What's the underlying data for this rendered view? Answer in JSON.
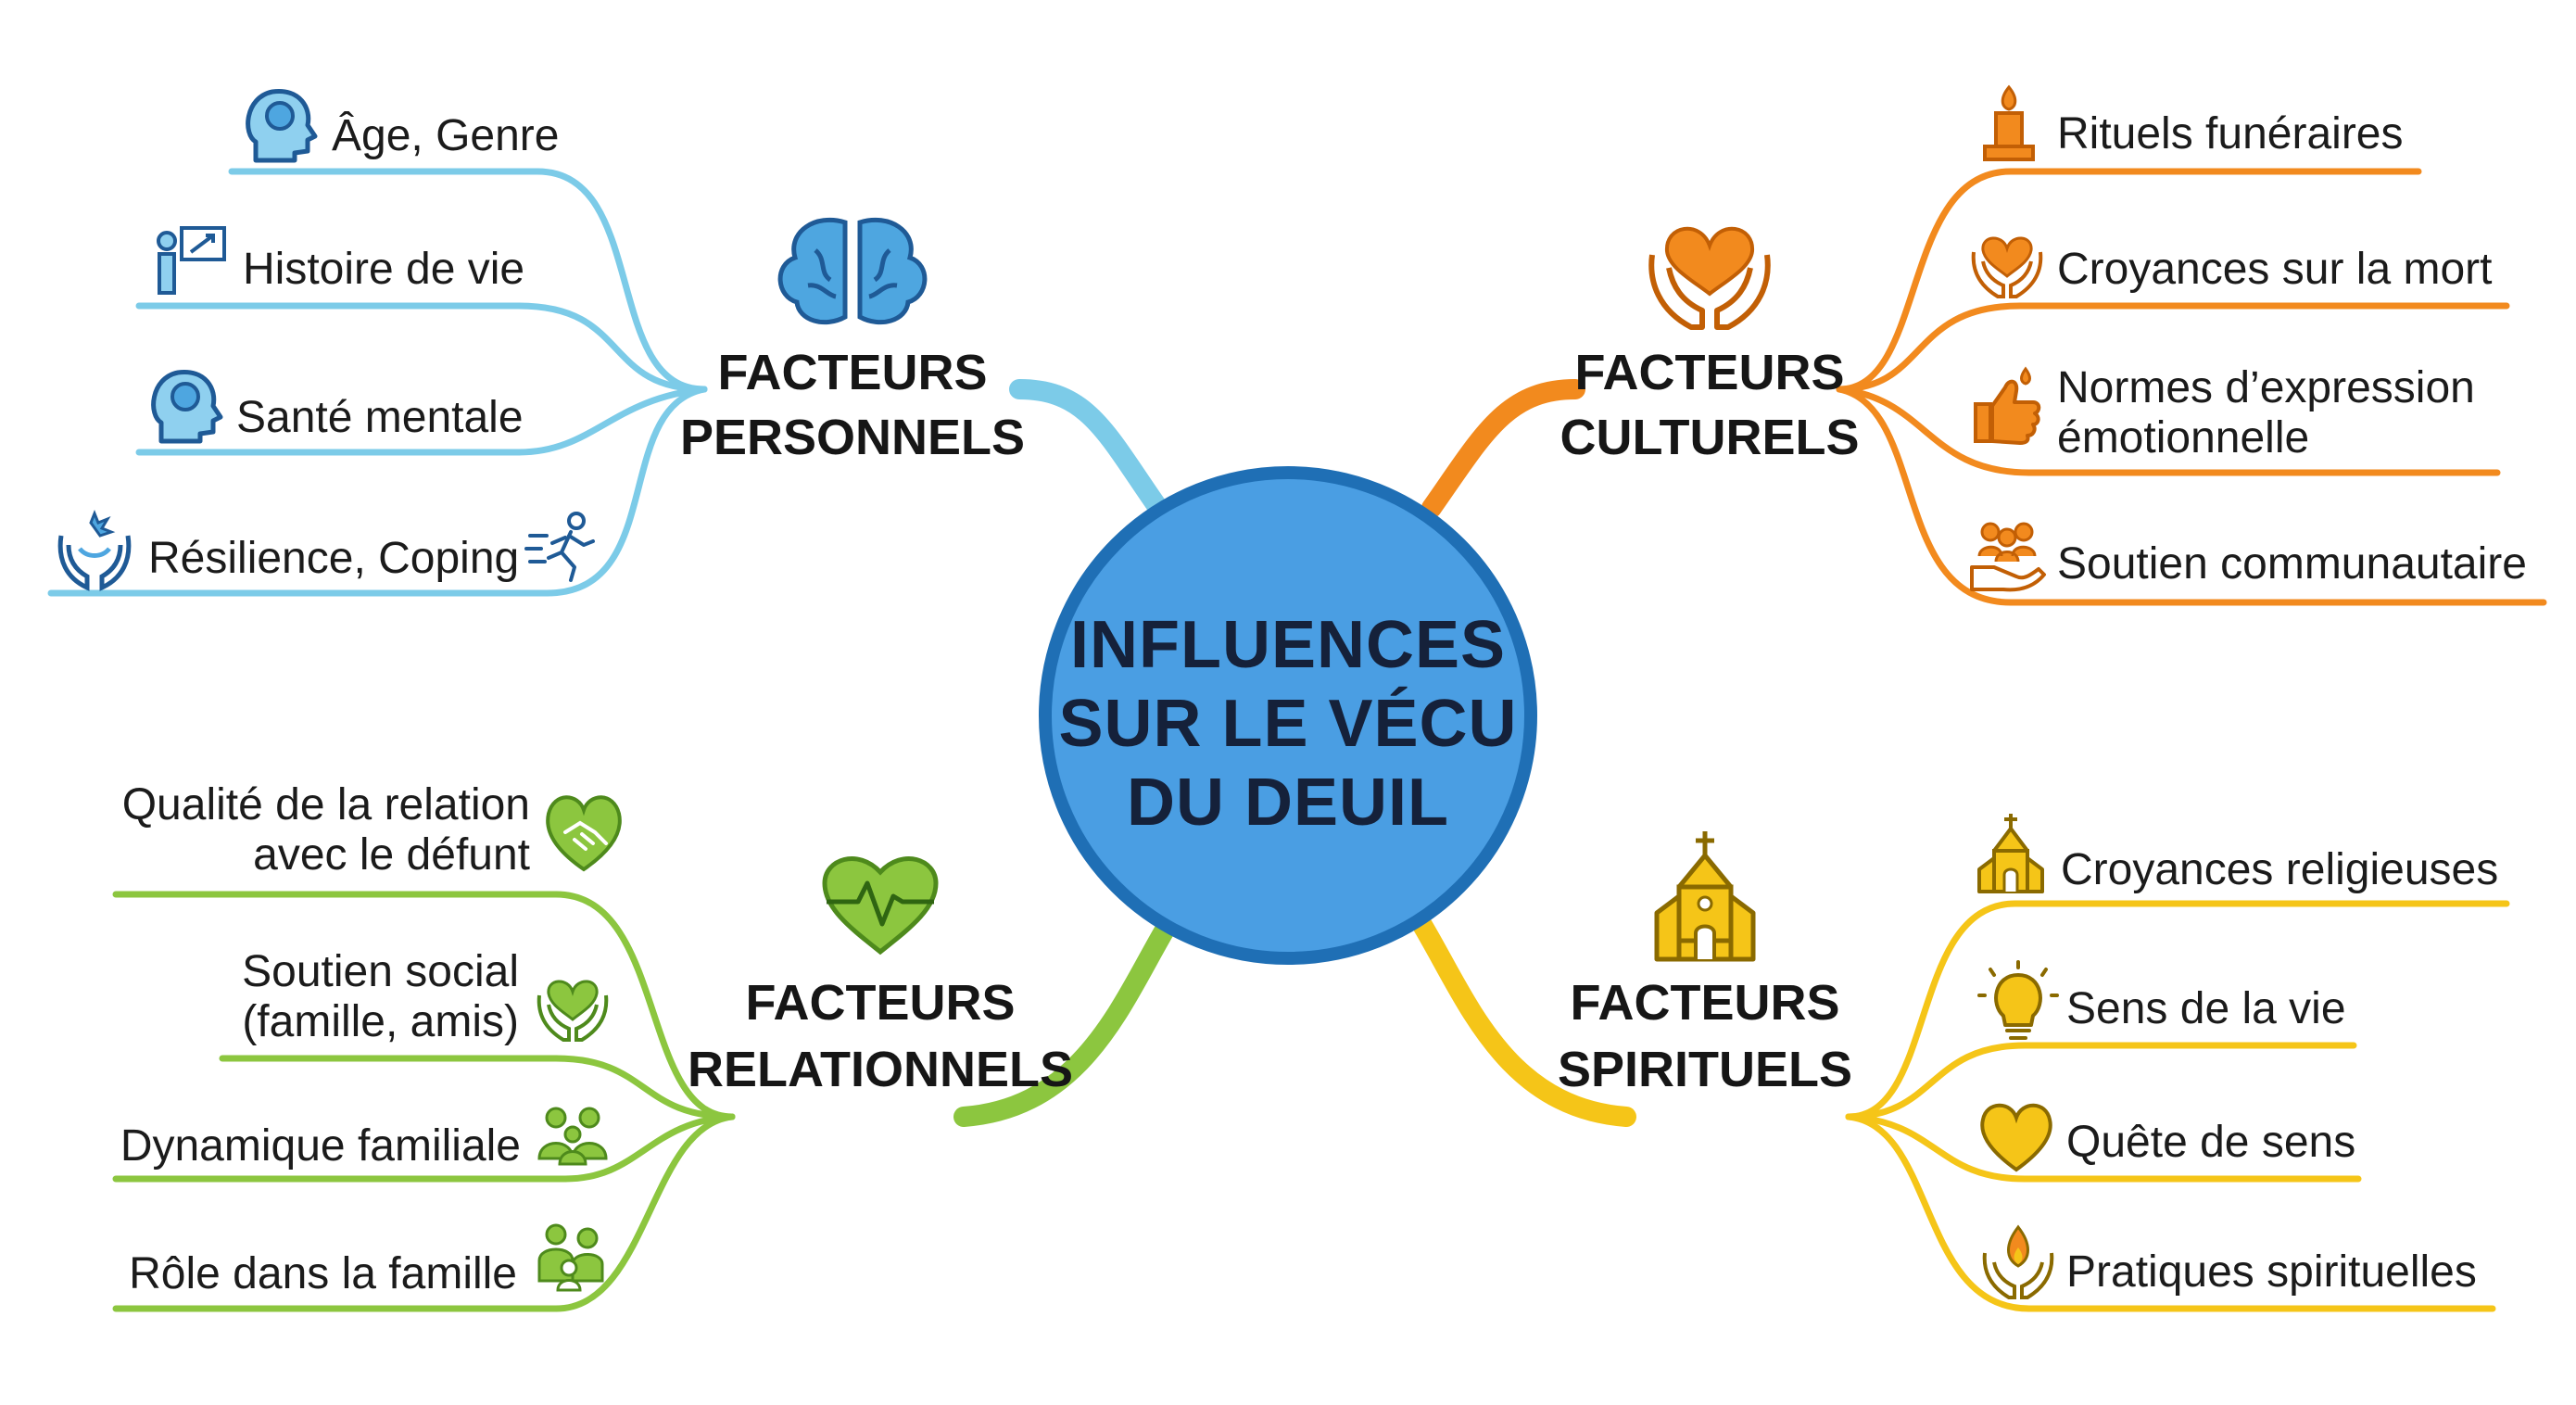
{
  "center": {
    "lines": [
      "INFLUENCES",
      "SUR LE VÉCU",
      "DU DEUIL"
    ],
    "fill_color": "#4a9ee3",
    "border_color": "#1f6fb5"
  },
  "categories": [
    {
      "id": "personnels",
      "label_lines": [
        "FACTEURS",
        "PERSONNELS"
      ],
      "color": "#7ccbe8",
      "icon": "brain-icon",
      "items": [
        {
          "lines": [
            "Âge, Genre"
          ],
          "icon": "head-brain-icon"
        },
        {
          "lines": [
            "Histoire de vie"
          ],
          "icon": "presentation-icon"
        },
        {
          "lines": [
            "Santé mentale"
          ],
          "icon": "head-brain-icon"
        },
        {
          "lines": [
            "Résilience, Coping"
          ],
          "icon": "hands-care-icon",
          "icon2": "runner-icon"
        }
      ]
    },
    {
      "id": "culturels",
      "label_lines": [
        "FACTEURS",
        "CULTURELS"
      ],
      "color": "#f28a1e",
      "icon": "hands-heart-icon",
      "items": [
        {
          "lines": [
            "Rituels funéraires"
          ],
          "icon": "candle-icon"
        },
        {
          "lines": [
            "Croyances sur la mort"
          ],
          "icon": "hands-heart-icon"
        },
        {
          "lines": [
            "Normes d’expression",
            "émotionnelle"
          ],
          "icon": "thumbs-up-icon"
        },
        {
          "lines": [
            "Soutien communautaire"
          ],
          "icon": "community-icon"
        }
      ]
    },
    {
      "id": "relationnels",
      "label_lines": [
        "FACTEURS",
        "RELATIONNELS"
      ],
      "color": "#8cc63f",
      "icon": "heartbeat-icon",
      "items": [
        {
          "lines": [
            "Qualité de la relation",
            "avec le défunt"
          ],
          "icon": "handshake-heart-icon"
        },
        {
          "lines": [
            "Soutien social",
            "(famille, amis)"
          ],
          "icon": "hands-heart-icon"
        },
        {
          "lines": [
            "Dynamique familiale"
          ],
          "icon": "family-icon"
        },
        {
          "lines": [
            "Rôle dans la famille"
          ],
          "icon": "family-child-icon"
        }
      ]
    },
    {
      "id": "spirituels",
      "label_lines": [
        "FACTEURS",
        "SPIRITUELS"
      ],
      "color": "#f5c518",
      "icon": "church-icon",
      "items": [
        {
          "lines": [
            "Croyances religieuses"
          ],
          "icon": "church-icon"
        },
        {
          "lines": [
            "Sens de la vie"
          ],
          "icon": "lightbulb-icon"
        },
        {
          "lines": [
            "Quête de sens"
          ],
          "icon": "heart-icon"
        },
        {
          "lines": [
            "Pratiques spirituelles"
          ],
          "icon": "hands-flame-icon"
        }
      ]
    }
  ]
}
